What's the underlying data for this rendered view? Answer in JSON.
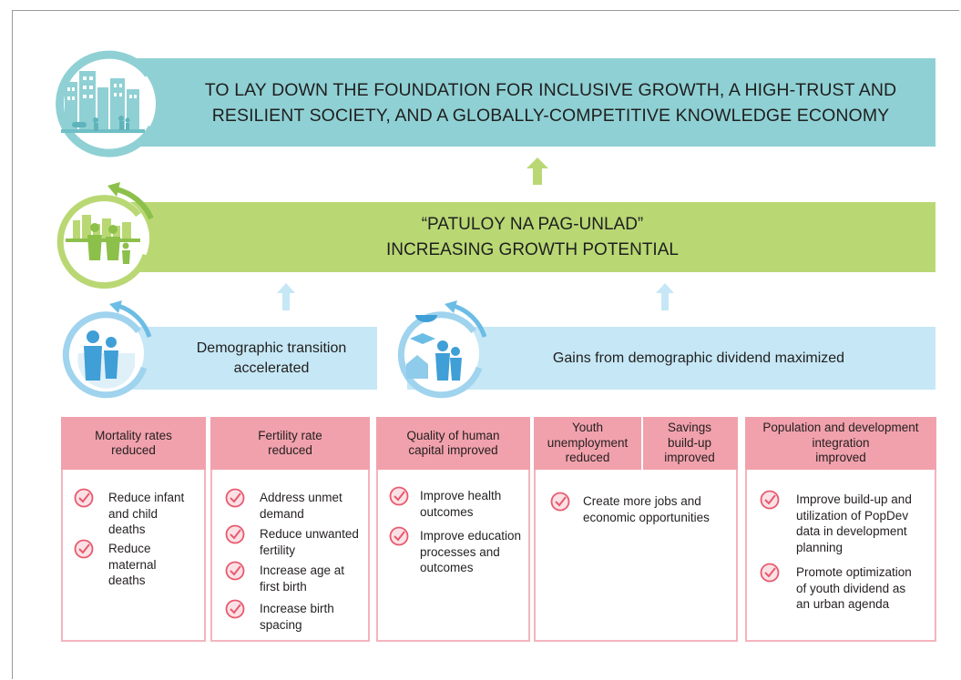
{
  "goal": {
    "text": "TO LAY DOWN THE FOUNDATION FOR INCLUSIVE GROWTH, A HIGH-TRUST AND\nRESILIENT SOCIETY, AND A GLOBALLY-COMPETITIVE KNOWLEDGE ECONOMY"
  },
  "mid": {
    "text": "“PATULOY NA PAG-UNLAD”\nINCREASING GROWTH POTENTIAL"
  },
  "outcomes": {
    "left": "Demographic transition\naccelerated",
    "right": "Gains from demographic dividend maximized"
  },
  "colors": {
    "teal": "#8fd0d4",
    "green": "#b9d874",
    "lightblue": "#c6e7f5",
    "pink": "#f1a1ac",
    "check": "#e8596e"
  },
  "columns": [
    {
      "header": "Mortality rates\nreduced",
      "items": [
        "Reduce infant\nand child\ndeaths",
        "Reduce\nmaternal\ndeaths"
      ]
    },
    {
      "header": "Fertility rate\nreduced",
      "items": [
        "Address unmet\ndemand",
        "Reduce unwanted\nfertility",
        "Increase age at\nfirst birth",
        "Increase birth\nspacing"
      ]
    },
    {
      "header": "Quality of human\ncapital improved",
      "items": [
        "Improve health\noutcomes",
        "Improve education\nprocesses and\noutcomes"
      ]
    },
    {
      "header_left": "Youth\nunemployment\nreduced",
      "header_right": "Savings\nbuild-up\nimproved",
      "items": [
        "Create more jobs and\neconomic opportunities"
      ]
    },
    {
      "header": "Population and development\nintegration\nimproved",
      "items": [
        "Improve build-up and\nutilization of PopDev\ndata in development\nplanning",
        "Promote optimization\nof youth dividend as\nan urban agenda"
      ]
    }
  ]
}
